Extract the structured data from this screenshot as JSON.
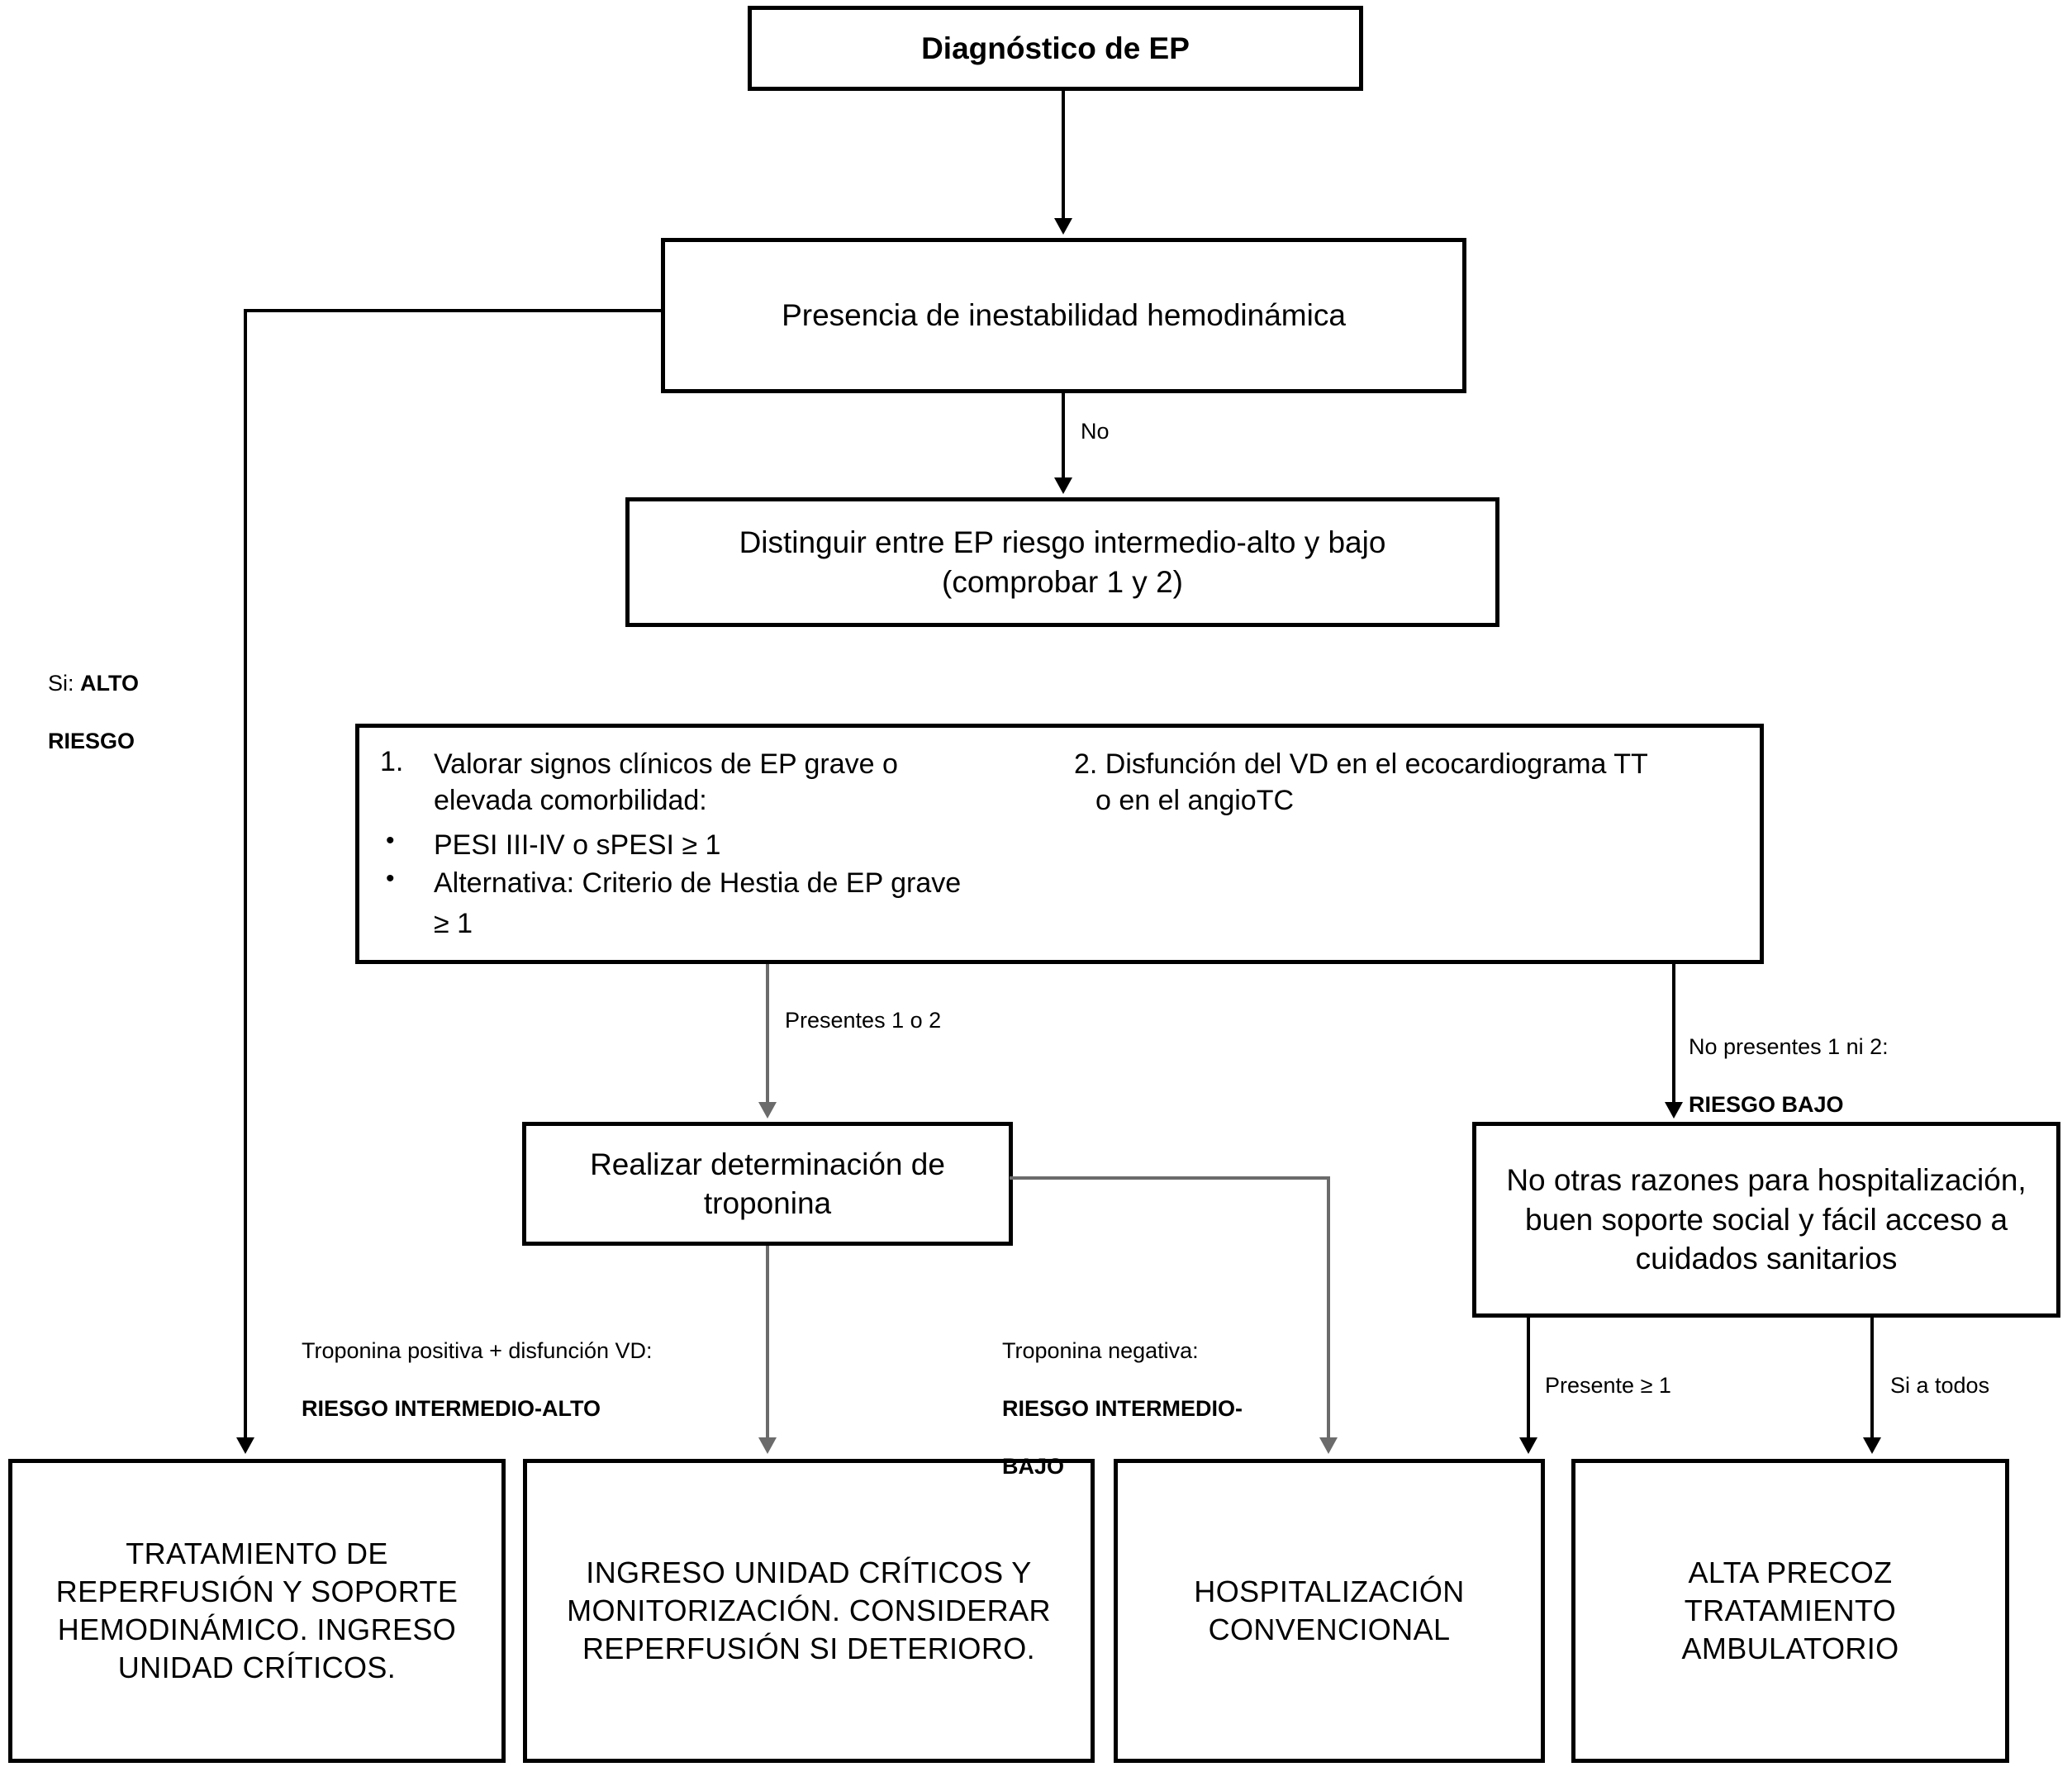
{
  "diagram": {
    "title": "Algoritmo de estratificación de riesgo y manejo del EP",
    "language": "es",
    "ink_color": "#000000",
    "grey_connector_color": "#6b6b6b"
  },
  "nodes": {
    "diagnostico": {
      "text": "Diagnóstico de EP"
    },
    "inestabilidad": {
      "text": "Presencia de inestabilidad hemodinámica"
    },
    "distinguir": {
      "line1": "Distinguir entre EP riesgo intermedio-alto y bajo",
      "line2": "(comprobar 1 y 2)"
    },
    "criterios": {
      "item1_num": "1.",
      "item1_line1": "Valorar signos clínicos de EP grave o",
      "item1_line2": "elevada comorbilidad:",
      "bullet1": "PESI  III-IV o sPESI  ≥ 1",
      "bullet2_line1": "Alternativa:  Criterio de Hestia de EP grave",
      "bullet2_line2": "≥ 1",
      "item2_line1": "2. Disfunción del VD en el ecocardiograma TT",
      "item2_line2": "o en el angioTC"
    },
    "troponina": {
      "line1": "Realizar determinación de",
      "line2": "troponina"
    },
    "razones": {
      "line1": "No otras razones para hospitalización,",
      "line2": "buen soporte social y fácil acceso a",
      "line3": "cuidados sanitarios"
    },
    "out_reperfusion": {
      "line1": "TRATAMIENTO DE",
      "line2": "REPERFUSIÓN Y SOPORTE",
      "line3": "HEMODINÁMICO. INGRESO",
      "line4": "UNIDAD CRÍTICOS."
    },
    "out_criticos": {
      "line1": "INGRESO UNIDAD CRÍTICOS Y",
      "line2": "MONITORIZACIÓN. CONSIDERAR",
      "line3": "REPERFUSIÓN SI DETERIORO."
    },
    "out_hospitalizacion": {
      "line1": "HOSPITALIZACIÓN",
      "line2": "CONVENCIONAL"
    },
    "out_alta": {
      "line1": "ALTA PRECOZ",
      "line2": "TRATAMIENTO",
      "line3": "AMBULATORIO"
    }
  },
  "edge_labels": {
    "si_alto_riesgo_plain": "Si: ",
    "si_alto_riesgo_bold_l1": "ALTO",
    "si_alto_riesgo_bold_l2": "RIESGO",
    "no": "No",
    "presentes_1_o_2": "Presentes 1 o 2",
    "no_presentes_plain": "No presentes 1 ni 2:",
    "no_presentes_bold": "RIESGO BAJO",
    "troponina_pos_plain": "Troponina positiva + disfunción VD:",
    "troponina_pos_bold": "RIESGO INTERMEDIO-ALTO",
    "troponina_neg_plain": "Troponina negativa:",
    "troponina_neg_bold_l1": "RIESGO INTERMEDIO-",
    "troponina_neg_bold_l2": "BAJO",
    "presente_mayor_igual_1": "Presente ≥ 1",
    "si_a_todos": "Si a todos"
  }
}
